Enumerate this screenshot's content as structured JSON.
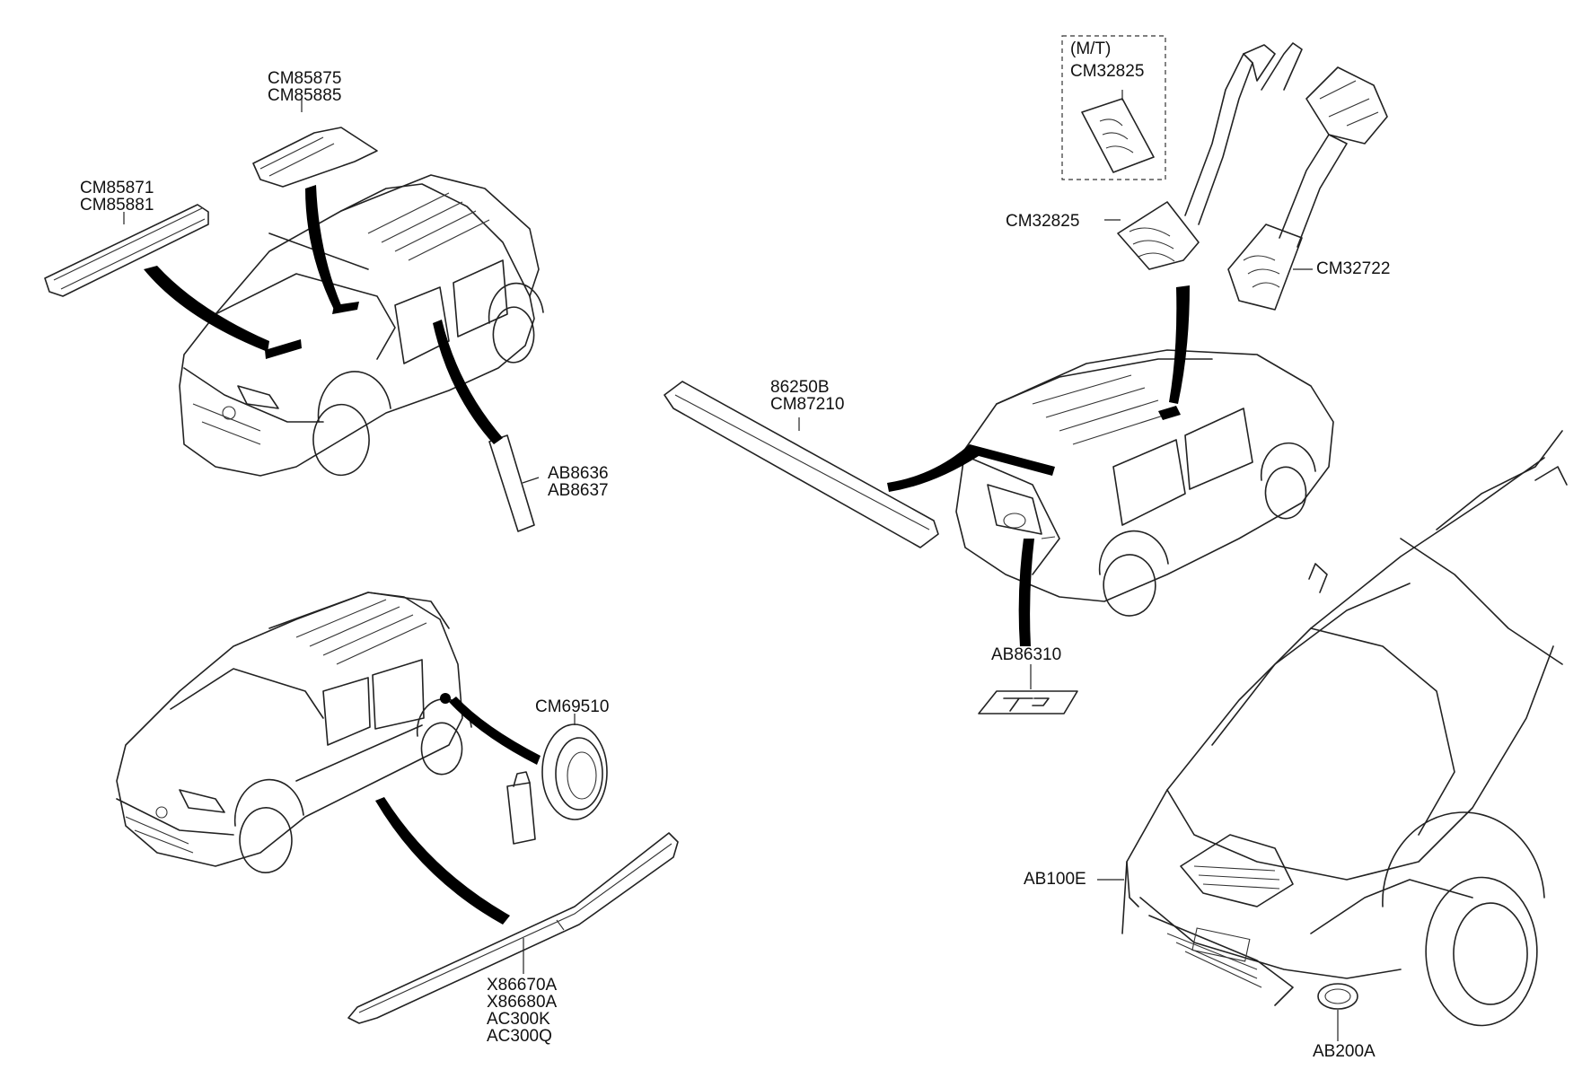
{
  "labels": {
    "cm85875": "CM85875",
    "cm85885": "CM85885",
    "cm85871": "CM85871",
    "cm85881": "CM85881",
    "ab8636": "AB8636",
    "ab8637": "AB8637",
    "mt": "(M/T)",
    "cm32825_mt": "CM32825",
    "cm32825": "CM32825",
    "cm32722": "CM32722",
    "p86250b": "86250B",
    "cm87210": "CM87210",
    "ab86310": "AB86310",
    "cm69510": "CM69510",
    "x86670a": "X86670A",
    "x86680a": "X86680A",
    "ac300k": "AC300K",
    "ac300q": "AC300Q",
    "ab100e": "AB100E",
    "ab200a": "AB200A"
  }
}
